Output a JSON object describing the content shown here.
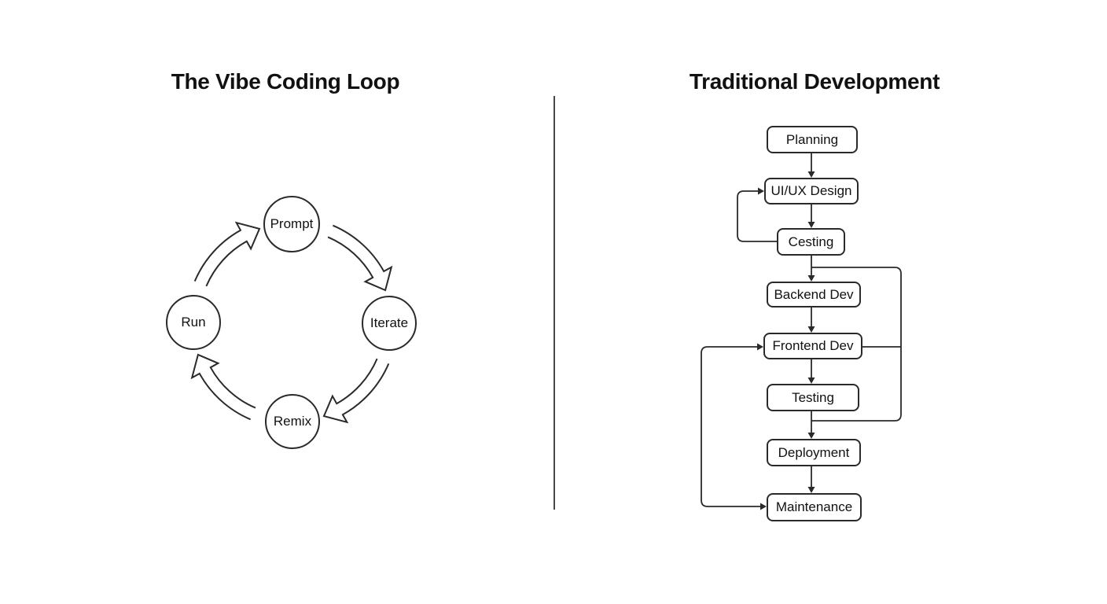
{
  "vibe": {
    "title": "The Vibe Coding Loop",
    "nodes": [
      {
        "id": "prompt",
        "label": "Prompt"
      },
      {
        "id": "iterate",
        "label": "Iterate"
      },
      {
        "id": "remix",
        "label": "Remix"
      },
      {
        "id": "run",
        "label": "Run"
      }
    ],
    "cycle_order": [
      "Prompt",
      "Iterate",
      "Remix",
      "Run"
    ]
  },
  "traditional": {
    "title": "Traditional Development",
    "nodes": [
      {
        "id": "planning",
        "label": "Planning"
      },
      {
        "id": "uiux-design",
        "label": "UI/UX Design"
      },
      {
        "id": "cesting",
        "label": "Cesting"
      },
      {
        "id": "backend-dev",
        "label": "Backend Dev"
      },
      {
        "id": "frontend-dev",
        "label": "Frontend Dev"
      },
      {
        "id": "testing",
        "label": "Testing"
      },
      {
        "id": "deployment",
        "label": "Deployment"
      },
      {
        "id": "maintenance",
        "label": "Maintenance"
      }
    ],
    "edges": [
      {
        "from": "Planning",
        "to": "UI/UX Design",
        "type": "down-arrow"
      },
      {
        "from": "UI/UX Design",
        "to": "Cesting",
        "type": "down-arrow"
      },
      {
        "from": "Cesting",
        "to": "UI/UX Design",
        "type": "feedback-loop-left"
      },
      {
        "from": "Cesting",
        "to": "Backend Dev",
        "type": "down-arrow"
      },
      {
        "from": "Cesting",
        "to": "Deployment",
        "type": "bypass-loop-right"
      },
      {
        "from": "Backend Dev",
        "to": "Frontend Dev",
        "type": "down-arrow"
      },
      {
        "from": "Frontend Dev",
        "to": "right-rail",
        "type": "connector"
      },
      {
        "from": "Frontend Dev",
        "to": "Testing",
        "type": "down-arrow"
      },
      {
        "from": "Testing",
        "to": "Deployment",
        "type": "down-arrow"
      },
      {
        "from": "Deployment",
        "to": "Maintenance",
        "type": "down-arrow"
      },
      {
        "from": "left-rail",
        "to": "Frontend Dev",
        "type": "feedback-arrow"
      },
      {
        "from": "left-rail",
        "to": "Maintenance",
        "type": "feedback-arrow"
      }
    ]
  },
  "colors": {
    "line": "#2a2a2a",
    "divider": "#333333",
    "text": "#111111",
    "background": "#ffffff"
  }
}
